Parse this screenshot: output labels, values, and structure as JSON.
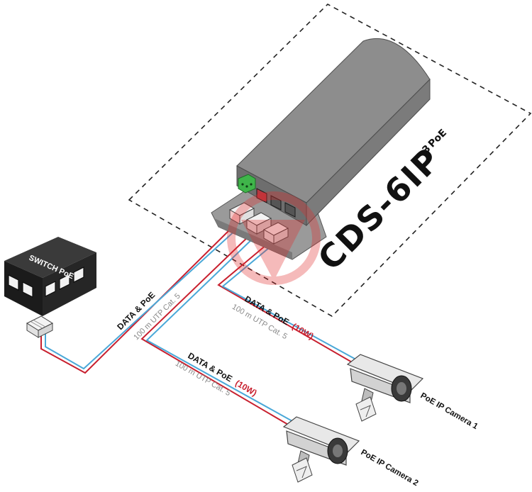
{
  "switch": {
    "label": "SWITCH PoE"
  },
  "product": {
    "name": "CDS-6IP",
    "suffix": "PoE",
    "suffix_prefix": "3"
  },
  "cables": [
    {
      "data_label": "DATA & PoE",
      "power": "",
      "length": "100 m UTP Cat. 5"
    },
    {
      "data_label": "DATA & PoE",
      "power": "(10W)",
      "length": "100 m UTP Cat. 5"
    },
    {
      "data_label": "DATA & PoE",
      "power": "(10W)",
      "length": "100 m UTP Cat. 5"
    }
  ],
  "cameras": [
    {
      "label": "PoE IP Camera 1"
    },
    {
      "label": "PoE IP Camera 2"
    }
  ],
  "colors": {
    "cable_red": "#c8202f",
    "cable_blue": "#4aa8d8",
    "device_grey": "#8c8c8c"
  }
}
